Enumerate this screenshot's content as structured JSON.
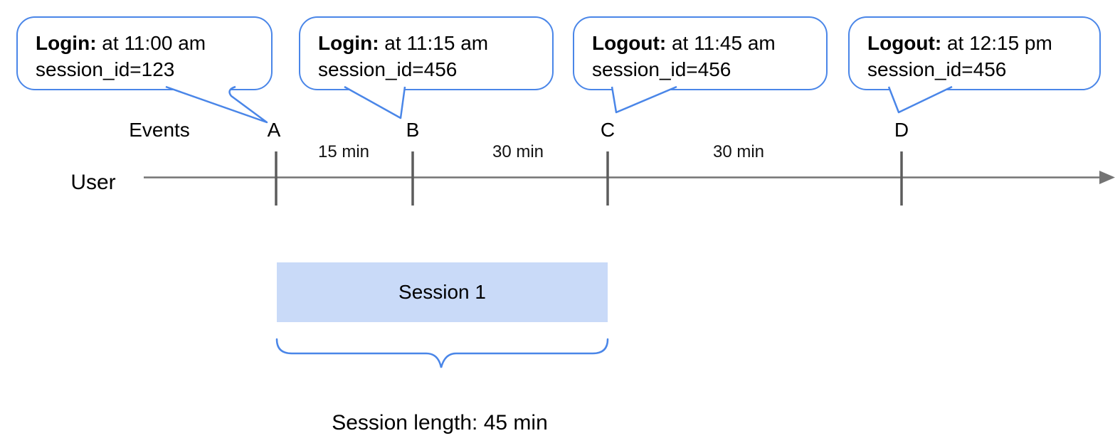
{
  "callouts": [
    {
      "bold": "Login:",
      "rest": " at 11:00 am",
      "line2": "session_id=123"
    },
    {
      "bold": "Login:",
      "rest": " at 11:15 am",
      "line2": "session_id=456"
    },
    {
      "bold": "Logout:",
      "rest": " at 11:45 am",
      "line2": "session_id=456"
    },
    {
      "bold": "Logout:",
      "rest": " at 12:15 pm",
      "line2": "session_id=456"
    }
  ],
  "timeline": {
    "axis_label": "Events",
    "row_label": "User",
    "events": [
      {
        "id": "A"
      },
      {
        "id": "B"
      },
      {
        "id": "C"
      },
      {
        "id": "D"
      }
    ],
    "intervals": [
      "15 min",
      "30 min",
      "30 min"
    ]
  },
  "session": {
    "label": "Session 1",
    "length_label": "Session length: 45 min"
  },
  "colors": {
    "callout_border": "#4a86e8",
    "session_fill": "#c9daf8",
    "axis_gray": "#747474",
    "tick_gray": "#5c5c5c"
  }
}
